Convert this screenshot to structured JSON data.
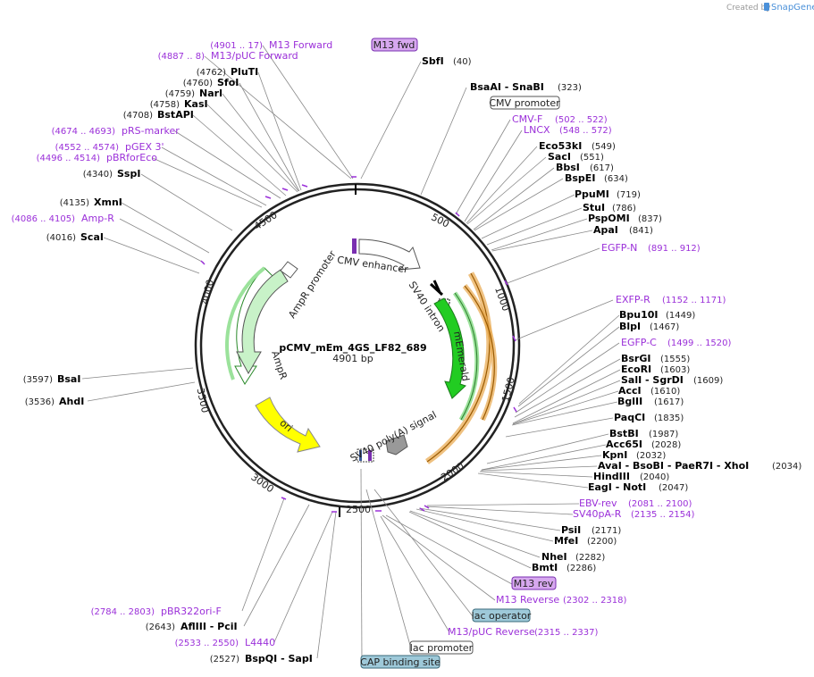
{
  "plasmid": {
    "name": "pCMV_mEm_4GS_LF82_689",
    "length_label": "4901 bp"
  },
  "credit": {
    "prefix": "Created by",
    "brand": "SnapGene"
  },
  "ticks": [
    "500",
    "1000",
    "1500",
    "2000",
    "2500",
    "3000",
    "3500",
    "4000",
    "4500"
  ],
  "features": {
    "cmv_enhancer": "CMV enhancer",
    "sv40_intron": "SV40 intron",
    "memerald": "mEmerald",
    "sv40_polya": "SV40 poly(A) signal",
    "ori": "ori",
    "ampr": "AmpR",
    "ampr_promoter": "AmpR promoter"
  },
  "boxed_labels": {
    "m13fwd": "M13 fwd",
    "cmv_promoter": "CMV promoter",
    "m13rev": "M13 rev",
    "lac_operator": "lac operator",
    "lac_promoter": "lac promoter",
    "cap_site": "CAP binding site"
  },
  "left_labels": [
    {
      "pos": "(4901 .. 17)",
      "name": "M13 Forward",
      "primer": true
    },
    {
      "pos": "(4887 .. 8)",
      "name": "M13/pUC Forward",
      "primer": true
    },
    {
      "pos": "(4762)",
      "name": "PluTI",
      "primer": false
    },
    {
      "pos": "(4760)",
      "name": "SfoI",
      "primer": false
    },
    {
      "pos": "(4759)",
      "name": "NarI",
      "primer": false
    },
    {
      "pos": "(4758)",
      "name": "KasI",
      "primer": false
    },
    {
      "pos": "(4708)",
      "name": "BstAPI",
      "primer": false
    },
    {
      "pos": "(4674 .. 4693)",
      "name": "pRS-marker",
      "primer": true
    },
    {
      "pos": "(4552 .. 4574)",
      "name": "pGEX 3'",
      "primer": true
    },
    {
      "pos": "(4496 .. 4514)",
      "name": "pBRforEco",
      "primer": true
    },
    {
      "pos": "(4340)",
      "name": "SspI",
      "primer": false
    },
    {
      "pos": "(4135)",
      "name": "XmnI",
      "primer": false
    },
    {
      "pos": "(4086 .. 4105)",
      "name": "Amp-R",
      "primer": true
    },
    {
      "pos": "(4016)",
      "name": "ScaI",
      "primer": false
    },
    {
      "pos": "(3597)",
      "name": "BsaI",
      "primer": false
    },
    {
      "pos": "(3536)",
      "name": "AhdI",
      "primer": false
    },
    {
      "pos": "(2784 .. 2803)",
      "name": "pBR322ori-F",
      "primer": true
    },
    {
      "pos": "(2643)",
      "name": "AflIII - PciI",
      "primer": false
    },
    {
      "pos": "(2533 .. 2550)",
      "name": "L4440",
      "primer": true
    },
    {
      "pos": "(2527)",
      "name": "BspQI - SapI",
      "primer": false
    }
  ],
  "right_labels": [
    {
      "name": "SbfI",
      "pos": "(40)",
      "primer": false
    },
    {
      "name": "BsaAI - SnaBI",
      "pos": "(323)",
      "primer": false
    },
    {
      "name": "CMV-F",
      "pos": "(502 .. 522)",
      "primer": true
    },
    {
      "name": "LNCX",
      "pos": "(548 .. 572)",
      "primer": true
    },
    {
      "name": "Eco53kI",
      "pos": "(549)",
      "primer": false
    },
    {
      "name": "SacI",
      "pos": "(551)",
      "primer": false
    },
    {
      "name": "BbsI",
      "pos": "(617)",
      "primer": false
    },
    {
      "name": "BspEI",
      "pos": "(634)",
      "primer": false
    },
    {
      "name": "PpuMI",
      "pos": "(719)",
      "primer": false
    },
    {
      "name": "StuI",
      "pos": "(786)",
      "primer": false
    },
    {
      "name": "PspOMI",
      "pos": "(837)",
      "primer": false
    },
    {
      "name": "ApaI",
      "pos": "(841)",
      "primer": false
    },
    {
      "name": "EGFP-N",
      "pos": "(891 .. 912)",
      "primer": true
    },
    {
      "name": "EXFP-R",
      "pos": "(1152 .. 1171)",
      "primer": true
    },
    {
      "name": "Bpu10I",
      "pos": "(1449)",
      "primer": false
    },
    {
      "name": "BlpI",
      "pos": "(1467)",
      "primer": false
    },
    {
      "name": "EGFP-C",
      "pos": "(1499 .. 1520)",
      "primer": true
    },
    {
      "name": "BsrGI",
      "pos": "(1555)",
      "primer": false
    },
    {
      "name": "EcoRI",
      "pos": "(1603)",
      "primer": false
    },
    {
      "name": "SalI - SgrDI",
      "pos": "(1609)",
      "primer": false
    },
    {
      "name": "AccI",
      "pos": "(1610)",
      "primer": false
    },
    {
      "name": "BglII",
      "pos": "(1617)",
      "primer": false
    },
    {
      "name": "PaqCI",
      "pos": "(1835)",
      "primer": false
    },
    {
      "name": "BstBI",
      "pos": "(1987)",
      "primer": false
    },
    {
      "name": "Acc65I",
      "pos": "(2028)",
      "primer": false
    },
    {
      "name": "KpnI",
      "pos": "(2032)",
      "primer": false
    },
    {
      "name": "AvaI - BsoBI - PaeR7I - XhoI",
      "pos": "(2034)",
      "primer": false
    },
    {
      "name": "HindIII",
      "pos": "(2040)",
      "primer": false
    },
    {
      "name": "EagI - NotI",
      "pos": "(2047)",
      "primer": false
    },
    {
      "name": "EBV-rev",
      "pos": "(2081 .. 2100)",
      "primer": true
    },
    {
      "name": "SV40pA-R",
      "pos": "(2135 .. 2154)",
      "primer": true
    },
    {
      "name": "PsiI",
      "pos": "(2171)",
      "primer": false
    },
    {
      "name": "MfeI",
      "pos": "(2200)",
      "primer": false
    },
    {
      "name": "NheI",
      "pos": "(2282)",
      "primer": false
    },
    {
      "name": "BmtI",
      "pos": "(2286)",
      "primer": false
    },
    {
      "name": "M13 Reverse",
      "pos": "(2302 .. 2318)",
      "primer": true
    },
    {
      "name": "M13/pUC Reverse",
      "pos": "(2315 .. 2337)",
      "primer": true
    }
  ],
  "colors": {
    "primer": "#9b30d9",
    "memerald": "#22cc22",
    "ampr": "#c8f2c8",
    "ori": "#ffff00",
    "orange_halo": "#e8a64a",
    "lac_box": "#9ec9d9"
  }
}
